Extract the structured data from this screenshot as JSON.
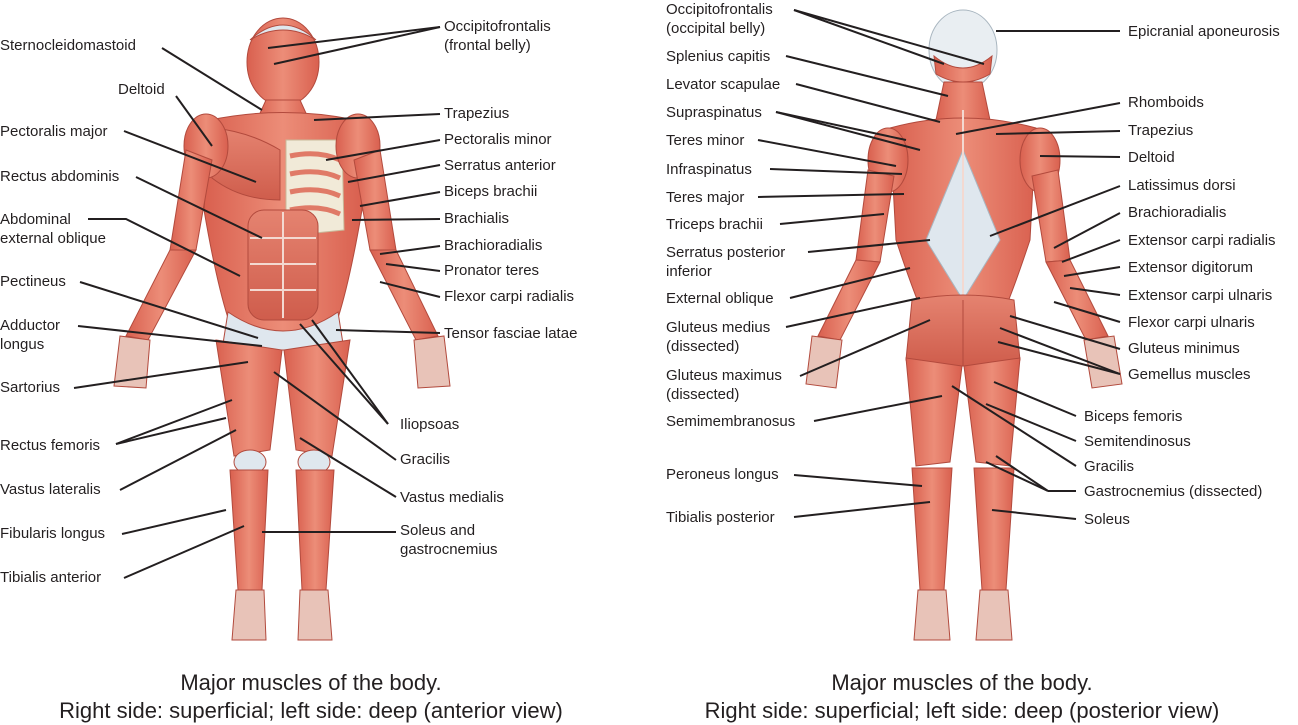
{
  "figure": {
    "anterior": {
      "caption_line1": "Major muscles of the body.",
      "caption_line2": "Right side: superficial; left side: deep (anterior view)",
      "labels": [
        {
          "text": "Sternocleidomastoid"
        },
        {
          "text": "Deltoid"
        },
        {
          "text": "Pectoralis major"
        },
        {
          "text": "Rectus abdominis"
        },
        {
          "text": "Abdominal\nexternal oblique"
        },
        {
          "text": "Pectineus"
        },
        {
          "text": "Adductor\nlongus"
        },
        {
          "text": "Sartorius"
        },
        {
          "text": "Rectus femoris"
        },
        {
          "text": "Vastus lateralis"
        },
        {
          "text": "Fibularis longus"
        },
        {
          "text": "Tibialis anterior"
        },
        {
          "text": "Occipitofrontalis\n(frontal belly)"
        },
        {
          "text": "Trapezius"
        },
        {
          "text": "Pectoralis minor"
        },
        {
          "text": "Serratus anterior"
        },
        {
          "text": "Biceps brachii"
        },
        {
          "text": "Brachialis"
        },
        {
          "text": "Brachioradialis"
        },
        {
          "text": "Pronator teres"
        },
        {
          "text": "Flexor carpi radialis"
        },
        {
          "text": "Tensor fasciae latae"
        },
        {
          "text": "Iliopsoas"
        },
        {
          "text": "Gracilis"
        },
        {
          "text": "Vastus medialis"
        },
        {
          "text": "Soleus and\ngastrocnemius"
        }
      ]
    },
    "posterior": {
      "caption_line1": "Major muscles of the body.",
      "caption_line2": "Right side: superficial; left side: deep (posterior view)",
      "labels": [
        {
          "text": "Occipitofrontalis\n(occipital belly)"
        },
        {
          "text": "Splenius capitis"
        },
        {
          "text": "Levator scapulae"
        },
        {
          "text": "Supraspinatus"
        },
        {
          "text": "Teres minor"
        },
        {
          "text": "Infraspinatus"
        },
        {
          "text": "Teres major"
        },
        {
          "text": "Triceps brachii"
        },
        {
          "text": "Serratus posterior\ninferior"
        },
        {
          "text": "External oblique"
        },
        {
          "text": "Gluteus medius\n(dissected)"
        },
        {
          "text": "Gluteus maximus\n(dissected)"
        },
        {
          "text": "Semimembranosus"
        },
        {
          "text": "Peroneus longus"
        },
        {
          "text": "Tibialis posterior"
        },
        {
          "text": "Epicranial aponeurosis"
        },
        {
          "text": "Rhomboids"
        },
        {
          "text": "Trapezius"
        },
        {
          "text": "Deltoid"
        },
        {
          "text": "Latissimus dorsi"
        },
        {
          "text": "Brachioradialis"
        },
        {
          "text": "Extensor carpi radialis"
        },
        {
          "text": "Extensor digitorum"
        },
        {
          "text": "Extensor carpi ulnaris"
        },
        {
          "text": "Flexor carpi ulnaris"
        },
        {
          "text": "Gluteus minimus"
        },
        {
          "text": "Gemellus muscles"
        },
        {
          "text": "Biceps femoris"
        },
        {
          "text": "Semitendinosus"
        },
        {
          "text": "Gracilis"
        },
        {
          "text": "Gastrocnemius (dissected)"
        },
        {
          "text": "Soleus"
        }
      ]
    },
    "colors": {
      "muscle": "#e07a67",
      "muscle_dark": "#c9584a",
      "tendon": "#dde6ee",
      "bone": "#f1ead8",
      "skin_outline": "#b24a3d",
      "leader": "#231f20",
      "text": "#231f20"
    }
  }
}
